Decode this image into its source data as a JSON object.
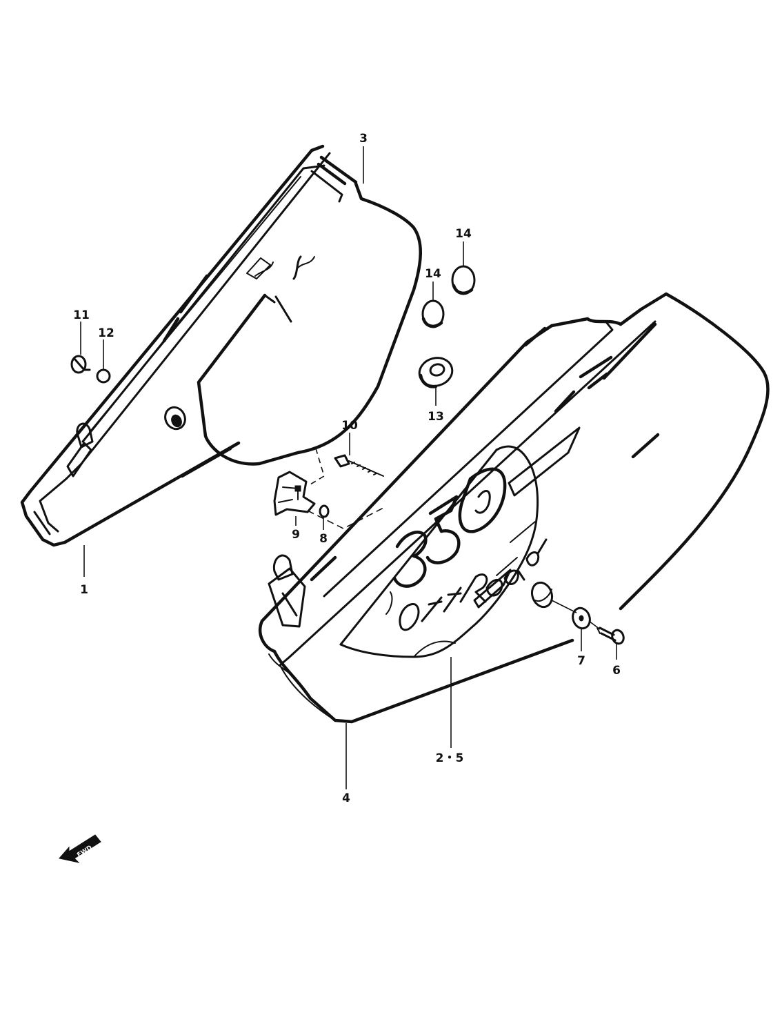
{
  "callouts": {
    "part_1": "1",
    "part_2_5": "2・5",
    "part_3": "3",
    "part_4": "4",
    "part_6": "6",
    "part_7": "7",
    "part_8": "8",
    "part_9": "9",
    "part_10": "10",
    "part_11": "11",
    "part_12": "12",
    "part_13": "13",
    "part_14_upper": "14",
    "part_14_lower": "14"
  },
  "direction_badge": {
    "text": "FWD",
    "icon": "forward-arrow-icon"
  },
  "colors": {
    "ink": "#111111",
    "paper": "#ffffff"
  }
}
